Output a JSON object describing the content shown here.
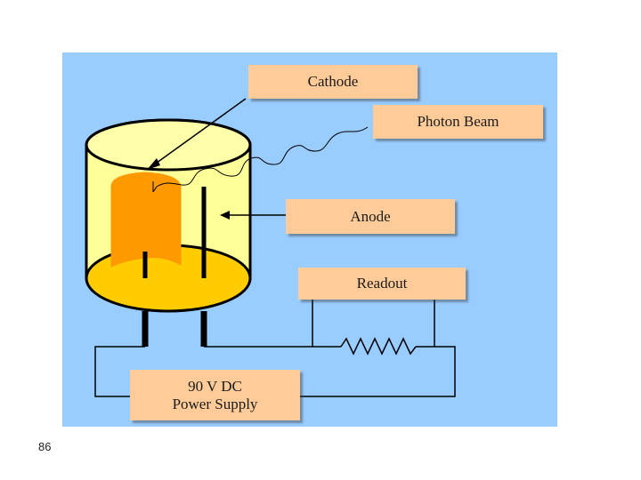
{
  "labels": {
    "cathode": "Cathode",
    "photon_beam": "Photon Beam",
    "anode": "Anode",
    "readout": "Readout",
    "power_supply_line1": "90 V DC",
    "power_supply_line2": "Power Supply"
  },
  "page_number": "86",
  "colors": {
    "panel_background": "#99ccff",
    "label_box": "#ffcc99",
    "tube_glass": "#ffff99",
    "tube_base": "#ffcc00",
    "cathode": "#ff9900",
    "wire": "#000000"
  }
}
